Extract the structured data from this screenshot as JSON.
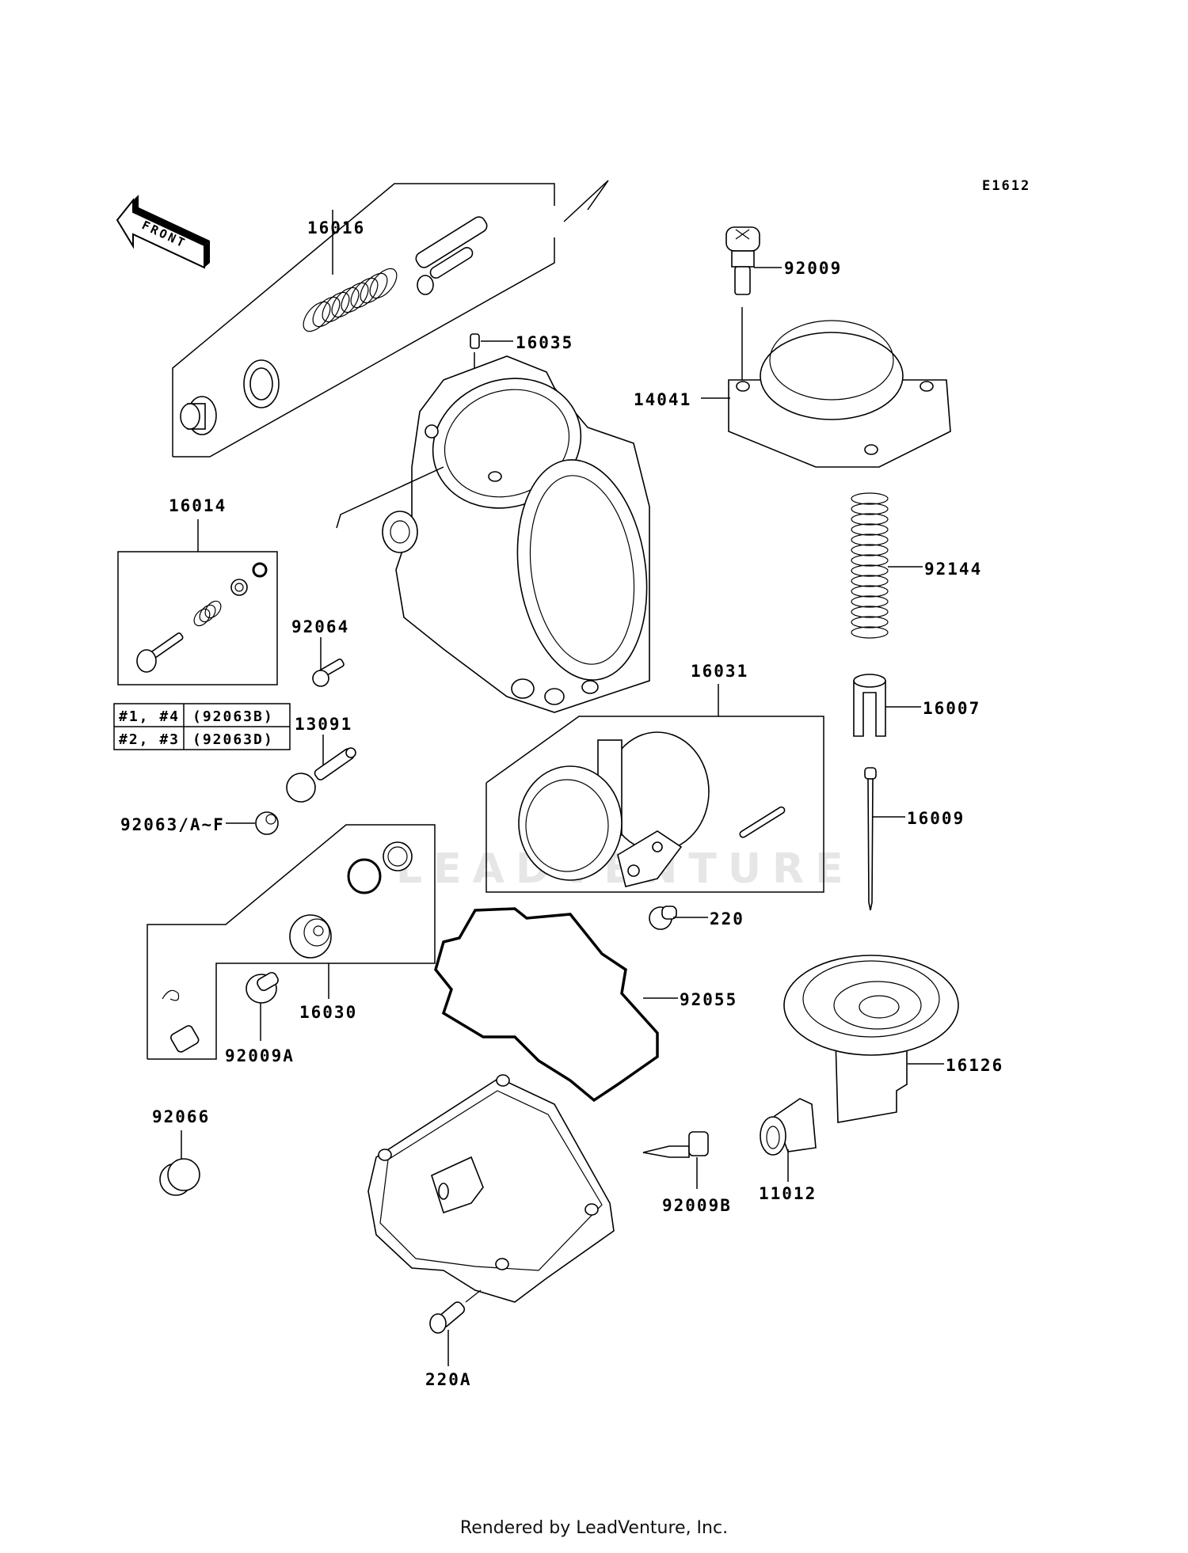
{
  "diagram": {
    "code": "E1612",
    "front_arrow_label": "FRONT",
    "watermark": "LEADVENTURE",
    "footer": "Rendered by LeadVenture, Inc.",
    "callouts": [
      {
        "id": "16016",
        "label": "16016"
      },
      {
        "id": "16035",
        "label": "16035"
      },
      {
        "id": "92009",
        "label": "92009"
      },
      {
        "id": "14041",
        "label": "14041"
      },
      {
        "id": "16014",
        "label": "16014"
      },
      {
        "id": "92144",
        "label": "92144"
      },
      {
        "id": "92064",
        "label": "92064"
      },
      {
        "id": "13091",
        "label": "13091"
      },
      {
        "id": "16031",
        "label": "16031"
      },
      {
        "id": "16007",
        "label": "16007"
      },
      {
        "id": "92063",
        "label": "92063/A~F"
      },
      {
        "id": "16009",
        "label": "16009"
      },
      {
        "id": "220",
        "label": "220"
      },
      {
        "id": "92055",
        "label": "92055"
      },
      {
        "id": "16030",
        "label": "16030"
      },
      {
        "id": "92009A",
        "label": "92009A"
      },
      {
        "id": "16126",
        "label": "16126"
      },
      {
        "id": "92066",
        "label": "92066"
      },
      {
        "id": "92009B",
        "label": "92009B"
      },
      {
        "id": "11012",
        "label": "11012"
      },
      {
        "id": "220A",
        "label": "220A"
      }
    ],
    "jet_table": {
      "rows": [
        {
          "cylinders": "#1, #4",
          "part": "(92063B)"
        },
        {
          "cylinders": "#2, #3",
          "part": "(92063D)"
        }
      ]
    }
  }
}
